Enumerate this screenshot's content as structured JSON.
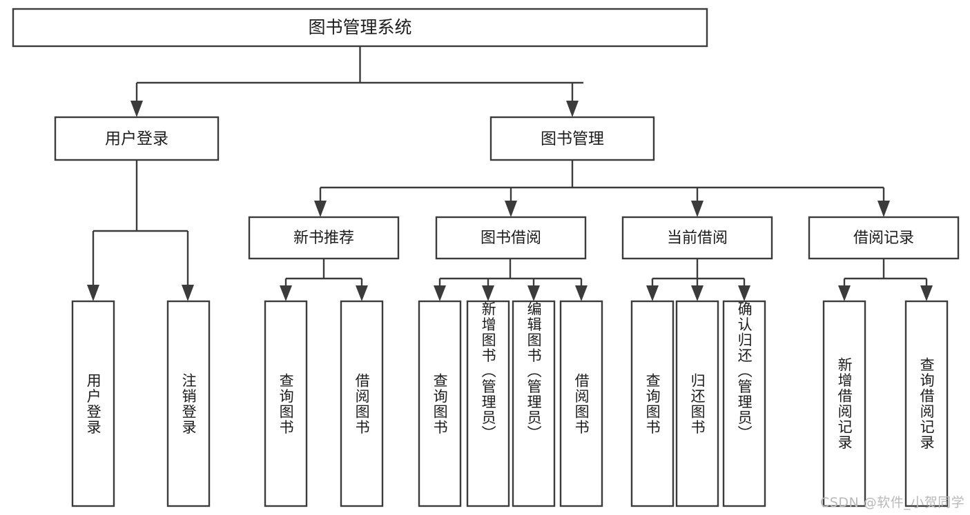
{
  "diagram": {
    "type": "tree",
    "title": "图书管理系统",
    "watermark": "CSDN @软件_小贺同学",
    "colors": {
      "background": "#ffffff",
      "box_fill": "#ffffff",
      "box_stroke": "#3b3b3b",
      "text": "#1c1c1c",
      "watermark": "#b9b9b9"
    },
    "root": {
      "label": "图书管理系统"
    },
    "level2": [
      {
        "label": "用户登录"
      },
      {
        "label": "图书管理"
      }
    ],
    "level3": [
      {
        "label": "新书推荐"
      },
      {
        "label": "图书借阅"
      },
      {
        "label": "当前借阅"
      },
      {
        "label": "借阅记录"
      }
    ],
    "leaves": {
      "user_login": [
        {
          "label": "用户登录"
        },
        {
          "label": "注销登录"
        }
      ],
      "new_book_recommend": [
        {
          "label": "查询图书"
        },
        {
          "label": "借阅图书"
        }
      ],
      "book_borrow": [
        {
          "label": "查询图书"
        },
        {
          "label": "新增图书（管理员）"
        },
        {
          "label": "编辑图书（管理员）"
        },
        {
          "label": "借阅图书"
        }
      ],
      "current_borrow": [
        {
          "label": "查询图书"
        },
        {
          "label": "归还图书"
        },
        {
          "label": "确认归还（管理员）"
        }
      ],
      "borrow_record": [
        {
          "label": "新增借阅记录"
        },
        {
          "label": "查询借阅记录"
        }
      ]
    }
  }
}
